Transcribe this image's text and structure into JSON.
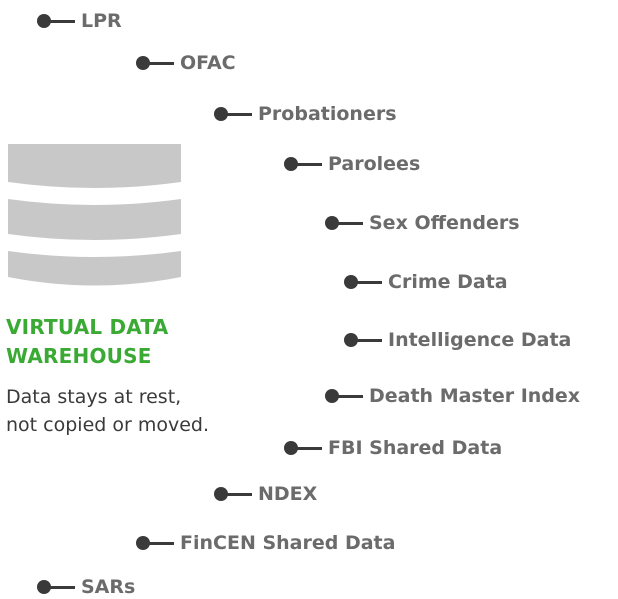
{
  "warehouse": {
    "title_line1": "VIRTUAL DATA",
    "title_line2": "WAREHOUSE",
    "desc_line1": "Data stays at rest,",
    "desc_line2": "not copied or moved.",
    "icon": "database-icon",
    "icon_color": "#c8c8c8",
    "title_color": "#3aaa35"
  },
  "sources": [
    {
      "label": "LPR"
    },
    {
      "label": "OFAC"
    },
    {
      "label": "Probationers"
    },
    {
      "label": "Parolees"
    },
    {
      "label": "Sex Offenders"
    },
    {
      "label": "Crime Data"
    },
    {
      "label": "Intelligence Data"
    },
    {
      "label": "Death Master Index"
    },
    {
      "label": "FBI Shared Data"
    },
    {
      "label": "NDEX"
    },
    {
      "label": "FinCEN Shared Data"
    },
    {
      "label": "SARs"
    }
  ],
  "colors": {
    "connector": "#3a3a3a",
    "label": "#6b6b6b"
  }
}
